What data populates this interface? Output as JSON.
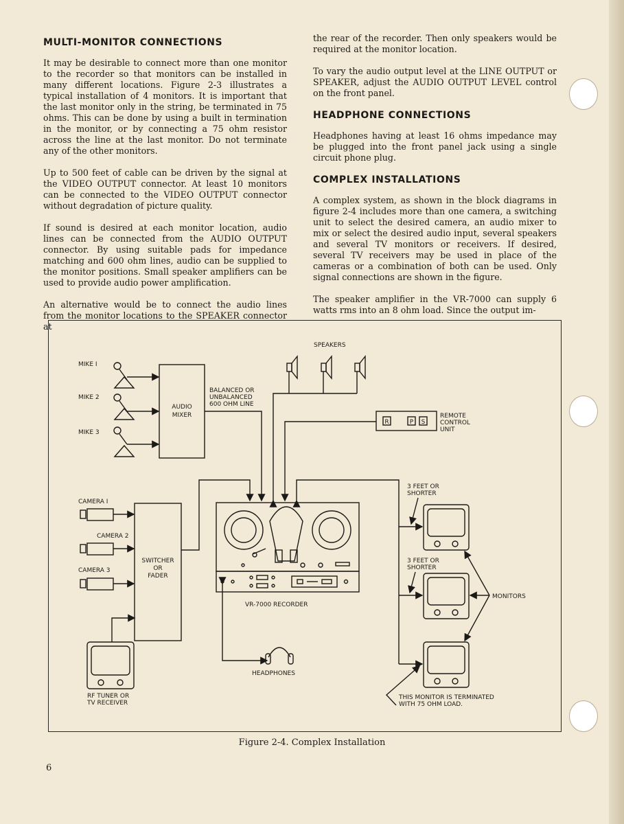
{
  "left_column": {
    "heading": "MULTI-MONITOR CONNECTIONS",
    "paragraphs": [
      "It may be desirable to connect more than one monitor to the recorder so that monitors can be installed in many different locations. Figure 2-3 illustrates a typical installation of 4 monitors. It is important that the last monitor only in the string, be terminated in 75 ohms. This can be done by using a built in termination in the monitor, or by connecting a 75 ohm resistor across the line at the last monitor. Do not terminate any of the other monitors.",
      "Up to 500 feet of cable can be driven by the signal at the VIDEO OUTPUT connector. At least 10 monitors can be connected to the VIDEO OUTPUT connector without degradation of picture quality.",
      "If sound is desired at each monitor location, audio lines can be connected from the AUDIO OUTPUT connector. By using suitable pads for impedance matching and 600 ohm lines, audio can be supplied to the monitor positions. Small speaker amplifiers can be used to provide audio power amplification.",
      "An alternative would be to connect the audio lines from the monitor locations to the SPEAKER connector at"
    ]
  },
  "right_column": {
    "paragraphs_top": [
      "the rear of the recorder. Then only speakers would be required at the monitor location.",
      "To vary the audio output level at the LINE OUTPUT or SPEAKER, adjust the AUDIO OUTPUT LEVEL control on the front panel."
    ],
    "heading_headphones": "HEADPHONE CONNECTIONS",
    "paragraph_headphones": "Headphones having at least 16 ohms impedance may be plugged into the front panel jack using a single circuit phone plug.",
    "heading_complex": "COMPLEX INSTALLATIONS",
    "paragraphs_complex": [
      "A complex system, as shown in the block diagrams in figure 2-4 includes more than one camera, a switching unit to select the desired camera, an audio mixer to mix or select the desired audio input, several speakers and several TV monitors or receivers. If desired, several TV receivers may be used in place of the cameras or a combination of both can be used. Only signal connections are shown in the figure.",
      "The speaker amplifier in the VR-7000 can supply 6 watts rms into an 8 ohm load. Since the output im-"
    ]
  },
  "figure": {
    "labels": {
      "mike1": "MIKE I",
      "mike2": "MIKE 2",
      "mike3": "MIKE 3",
      "audio_mixer_1": "AUDIO",
      "audio_mixer_2": "MIXER",
      "line_1": "BALANCED OR",
      "line_2": "UNBALANCED",
      "line_3": "600 OHM LINE",
      "speakers": "SPEAKERS",
      "remote_1": "REMOTE",
      "remote_2": "CONTROL",
      "remote_3": "UNIT",
      "remote_keys": [
        "R",
        "P",
        "S"
      ],
      "camera1": "CAMERA I",
      "camera2": "CAMERA 2",
      "camera3": "CAMERA 3",
      "switcher_1": "SWITCHER",
      "switcher_2": "OR",
      "switcher_3": "FADER",
      "recorder": "VR-7000 RECORDER",
      "headphones": "HEADPHONES",
      "rf_1": "RF TUNER OR",
      "rf_2": "TV RECEIVER",
      "feet_a1": "3 FEET OR",
      "feet_a2": "SHORTER",
      "feet_b1": "3 FEET OR",
      "feet_b2": "SHORTER",
      "monitors": "MONITORS",
      "term_1": "THIS MONITOR IS TERMINATED",
      "term_2": "WITH 75 OHM LOAD."
    },
    "caption": "Figure 2-4. Complex Installation"
  },
  "page_number": "6"
}
